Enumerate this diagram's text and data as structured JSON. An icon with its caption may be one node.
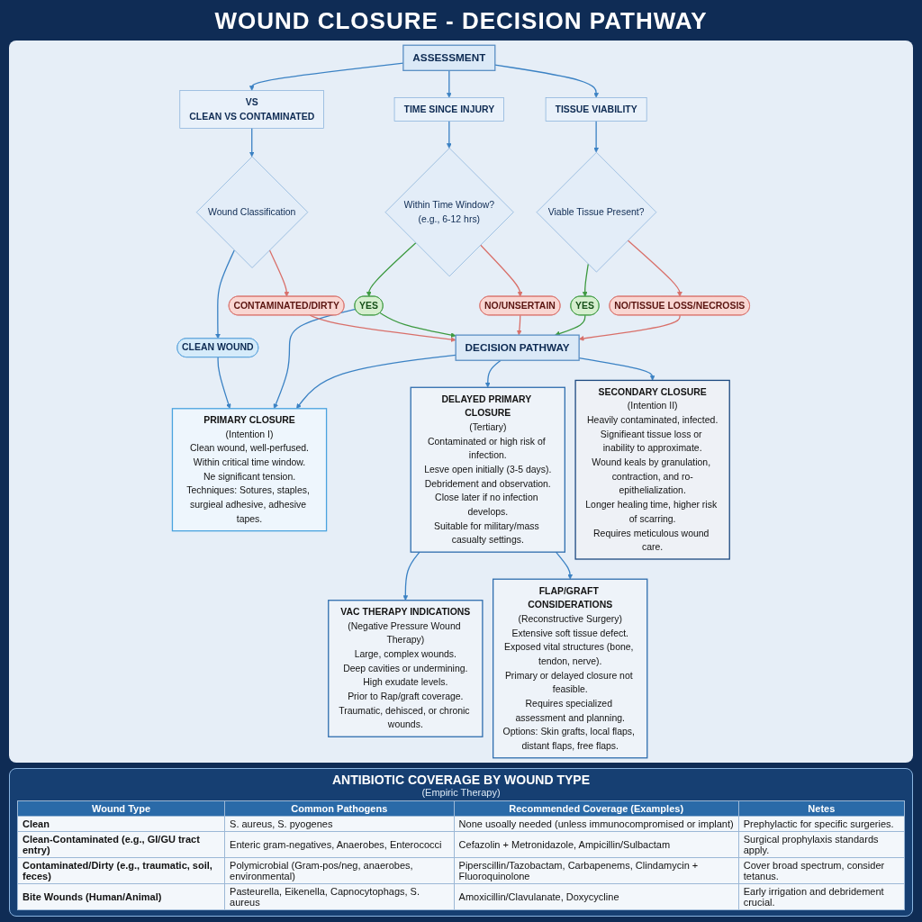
{
  "diagram": {
    "title": "WOUND CLOSURE - DECISION PATHWAY",
    "nodes": [
      {
        "text": [
          "ASSESSMENT"
        ]
      },
      {
        "text": [
          "VS",
          "CLEAN VS CONTAMINATED"
        ]
      },
      {
        "text": [
          "TIME SINCE INJURY"
        ]
      },
      {
        "text": [
          "TISSUE VIABILITY"
        ]
      },
      {
        "text": [
          "Wound Classification"
        ]
      },
      {
        "text": [
          "Within Time Window?",
          "(e.g., 6-12 hrs)"
        ]
      },
      {
        "text": [
          "Viable Tissue Present?"
        ]
      },
      {
        "text": [
          "CLEAN WOUND"
        ]
      },
      {
        "text": [
          "CONTAMINATED/DIRTY"
        ]
      },
      {
        "text": [
          "YES"
        ]
      },
      {
        "text": [
          "NO/UNSERTAIN"
        ]
      },
      {
        "text": [
          "YES"
        ]
      },
      {
        "text": [
          "NO/TISSUE LOSS/NECROSIS"
        ]
      },
      {
        "text": [
          "DECISION PATHWAY"
        ]
      },
      {
        "text": [
          "PRIMARY CLOSURE",
          "(Intention I)",
          "Clean wound, well-perfused.",
          "Within critical time window.",
          "Ne significant tension.",
          "Techniques: Sotures, staples, surgieal adhesive, adhesive tapes."
        ]
      },
      {
        "text": [
          "DELAYED PRIMARY CLOSURE",
          "(Tertiary)",
          "Contaminated or high risk of infection.",
          "Lesve open initially (3-5 days).",
          "Debridement and observation.",
          "Close later if no infection develops.",
          "Suitable for military/mass casualty settings."
        ]
      },
      {
        "text": [
          "SECONDARY CLOSURE",
          "(Intention II)",
          "Heavily contaminated, infected.",
          "Signifieant tissue loss or inability to approximate.",
          "Wound keals by granulation, contraction, and ro-epithelialization.",
          "Longer healing time, higher risk of scarring.",
          "Requires meticulous wound care."
        ]
      },
      {
        "text": [
          "VAC THERAPY INDICATIONS",
          "(Negative Pressure Wound Therapy)",
          "Large, complex wounds.",
          "Deep cavities or undermining.",
          "High exudate levels.",
          "Prior to Rap/graft coverage.",
          "Traumatic, dehisced, or chronic wounds."
        ]
      },
      {
        "text": [
          "FLAP/GRAFT CONSIDERATIONS",
          "(Reconstructive Surgery)",
          "Extensive soft tissue defect.",
          "Exposed vital structures (bone, tendon, nerve).",
          "Primary or delayed closure not feasible.",
          "Requires specialized assessment and planning.",
          "Options: Skin grafts, local flaps, distant flaps, free flaps."
        ]
      }
    ],
    "edges": [
      {
        "from": 0,
        "to": 1,
        "arrow": "to"
      },
      {
        "from": 0,
        "to": 2,
        "arrow": "to"
      },
      {
        "from": 0,
        "to": 3,
        "arrow": "to"
      },
      {
        "from": 1,
        "to": 4,
        "arrow": "to"
      },
      {
        "from": 2,
        "to": 5,
        "arrow": "to"
      },
      {
        "from": 3,
        "to": 6,
        "arrow": "to"
      },
      {
        "from": 4,
        "to": 7,
        "arrow": "to"
      },
      {
        "from": 4,
        "to": 8,
        "arrow": "to",
        "color": "#d9706a"
      },
      {
        "from": 5,
        "to": 9,
        "arrow": "to",
        "color": "#3d9a40"
      },
      {
        "from": 5,
        "to": 10,
        "arrow": "to",
        "color": "#d9706a"
      },
      {
        "from": 6,
        "to": 11,
        "arrow": "to",
        "color": "#3d9a40"
      },
      {
        "from": 6,
        "to": 12,
        "arrow": "to",
        "color": "#d9706a"
      },
      {
        "from": 7,
        "to": 14,
        "arrow": "to"
      },
      {
        "from": 9,
        "to": 14,
        "arrow": "to"
      },
      {
        "from": 8,
        "to": 13,
        "arrow": "to",
        "color": "#d9706a"
      },
      {
        "from": 9,
        "to": 13,
        "arrow": "to",
        "color": "#3d9a40"
      },
      {
        "from": 10,
        "to": 13,
        "arrow": "to",
        "color": "#d9706a"
      },
      {
        "from": 11,
        "to": 13,
        "arrow": "to",
        "color": "#3d9a40"
      },
      {
        "from": 12,
        "to": 13,
        "arrow": "to",
        "color": "#d9706a"
      },
      {
        "from": 13,
        "to": 14,
        "arrow": "to"
      },
      {
        "from": 13,
        "to": 15,
        "arrow": "to"
      },
      {
        "from": 13,
        "to": 16,
        "arrow": "to"
      },
      {
        "from": 15,
        "to": 17,
        "arrow": "to"
      },
      {
        "from": 15,
        "to": 18,
        "arrow": "to"
      }
    ],
    "labels": [
      "ANTIBIOTIC COVERAGE BY WOUND TYPE",
      "(Empiric Therapy)",
      "Wound Type",
      "Common Pathogens",
      "Recommended Coverage (Examples)",
      "Netes",
      "Clean",
      "S. aureus, S. pyogenes",
      "None usoally needed (unless immunocompromised or implant)",
      "Prephylactic for specific surgeries.",
      "Clean-Contaminated (e.g., GI/GU tract entry)",
      "Enteric gram-negatives, Anaerobes, Enterococci",
      "Cefazolin + Metronidazole, Ampicillin/Sulbactam",
      "Surgical prophylaxis standards apply.",
      "Contaminated/Dirty (e.g., traumatic, soil, feces)",
      "Polymicrobial (Gram-pos/neg, anaerobes, environmental)",
      "Piperscillin/Tazobactam, Carbapenems, Clindamycin + Fluoroquinolone",
      "Cover broad spectrum, consider tetanus.",
      "Bite Wounds (Human/Animal)",
      "Pasteurella, Eikenella, Capnocytophags, S. aureus",
      "Amoxicillin/Clavulanate, Doxycycline",
      "Early irrigation and debridement crucial."
    ]
  }
}
